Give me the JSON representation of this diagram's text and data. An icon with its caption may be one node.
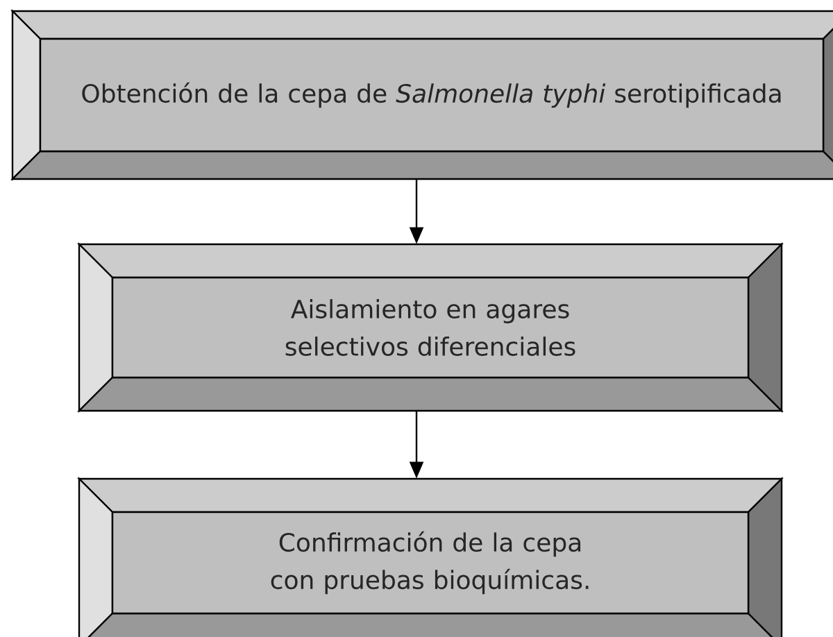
{
  "diagram": {
    "nodes": [
      {
        "text": [
          "Obtención de la cepa de *Salmonella typhi* serotipificada"
        ]
      },
      {
        "text": [
          "Aislamiento en agares selectivos diferenciales"
        ]
      },
      {
        "text": [
          "Confirmación de la cepa con pruebas bioquímicas."
        ]
      }
    ],
    "edges": [
      {
        "from": 0,
        "to": 1,
        "arrow": "to"
      },
      {
        "from": 1,
        "to": 2,
        "arrow": "to"
      }
    ]
  }
}
